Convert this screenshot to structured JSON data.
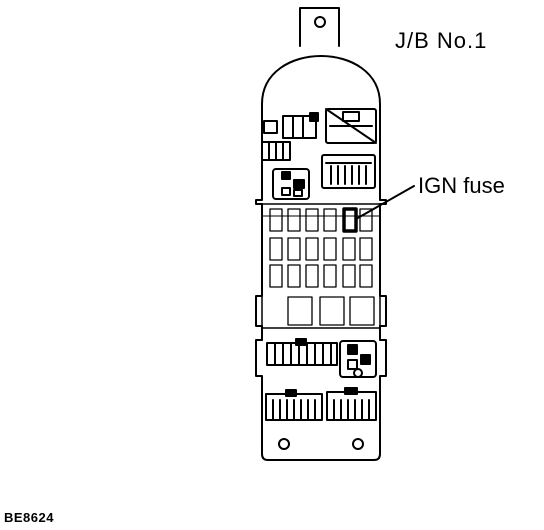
{
  "title": "J/B No.1",
  "callout": {
    "label": "IGN fuse"
  },
  "figure_code": "BE8624",
  "colors": {
    "ink": "#000000",
    "paper": "#ffffff"
  }
}
